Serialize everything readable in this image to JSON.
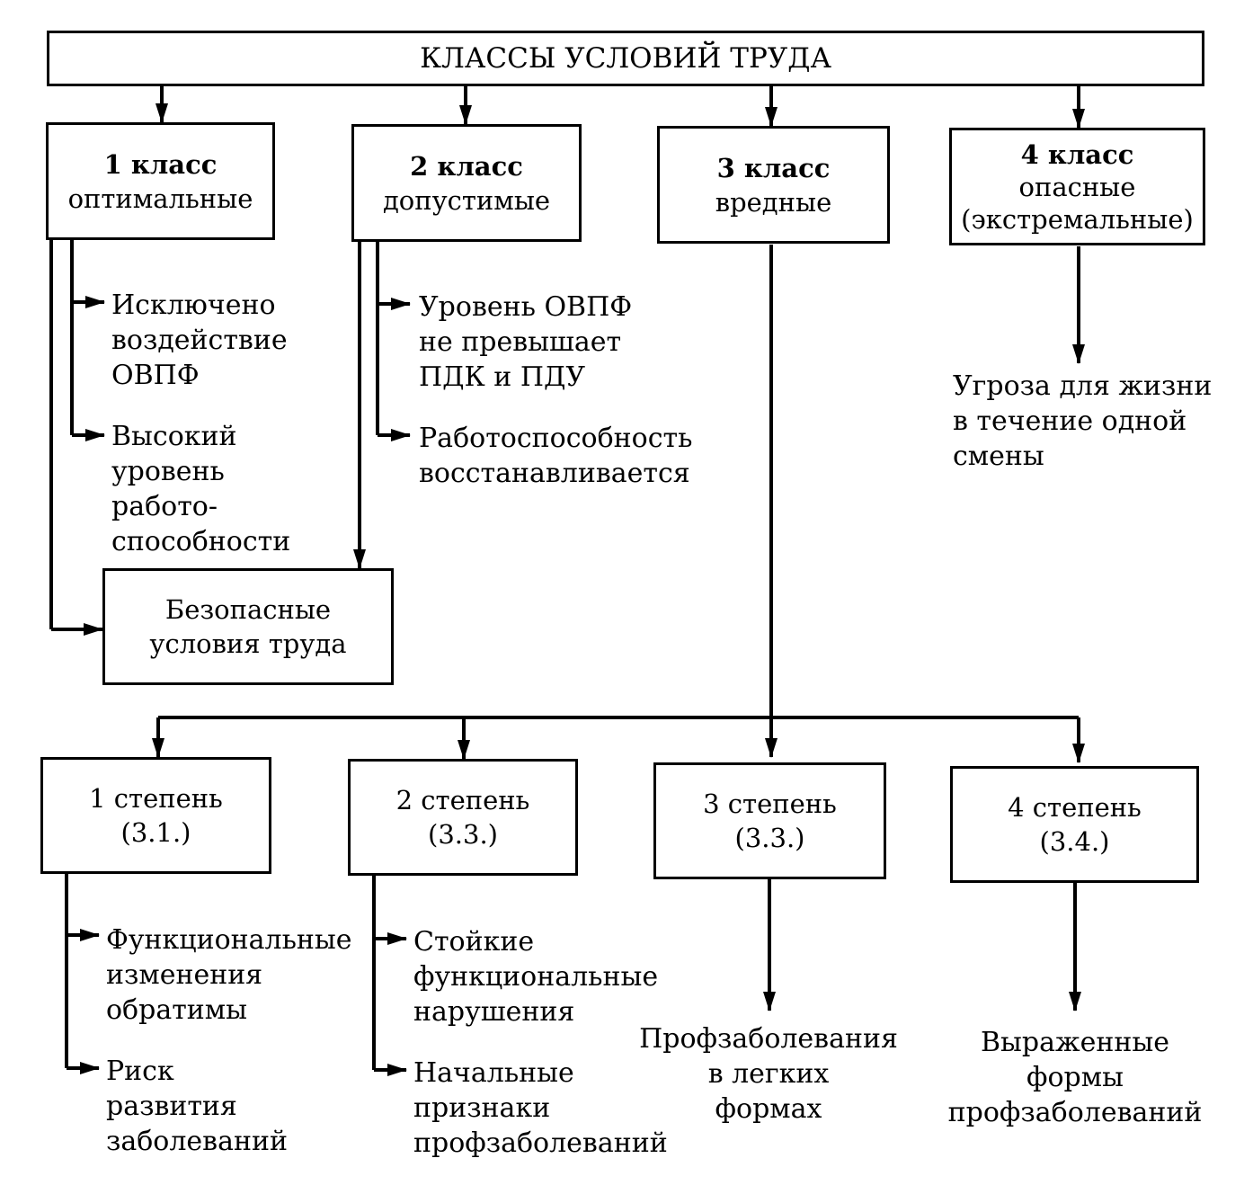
{
  "title": "КЛАССЫ УСЛОВИЙ ТРУДА",
  "classes": [
    {
      "name": "1 класс",
      "desc": "оптимальные"
    },
    {
      "name": "2 класс",
      "desc": "допустимые"
    },
    {
      "name": "3 класс",
      "desc": "вредные"
    },
    {
      "name": "4 класс",
      "desc": "опасные\n(экстремальные)"
    }
  ],
  "class1_notes": [
    "Исключено\nвоздействие\nОВПФ",
    "Высокий\nуровень\nработо-\nспособности"
  ],
  "class2_notes": [
    "Уровень ОВПФ\nне превышает\nПДК и ПДУ",
    "Работоспособность\nвосстанавливается"
  ],
  "class4_note": "Угроза для жизни\nв течение одной\nсмены",
  "safe": "Безопасные\nусловия труда",
  "degrees": [
    {
      "name": "1 степень",
      "code": "(3.1.)"
    },
    {
      "name": "2 степень",
      "code": "(3.3.)"
    },
    {
      "name": "3 степень",
      "code": "(3.3.)"
    },
    {
      "name": "4 степень",
      "code": "(3.4.)"
    }
  ],
  "deg1_notes": [
    "Функциональные\nизменения\nобратимы",
    "Риск\nразвития\nзаболеваний"
  ],
  "deg2_notes": [
    "Стойкие\nфункциональные\nнарушения",
    "Начальные\nпризнаки\nпрофзаболеваний"
  ],
  "deg3_note": "Профзаболевания\nв легких\nформах",
  "deg4_note": "Выраженные\nформы\nпрофзаболеваний"
}
